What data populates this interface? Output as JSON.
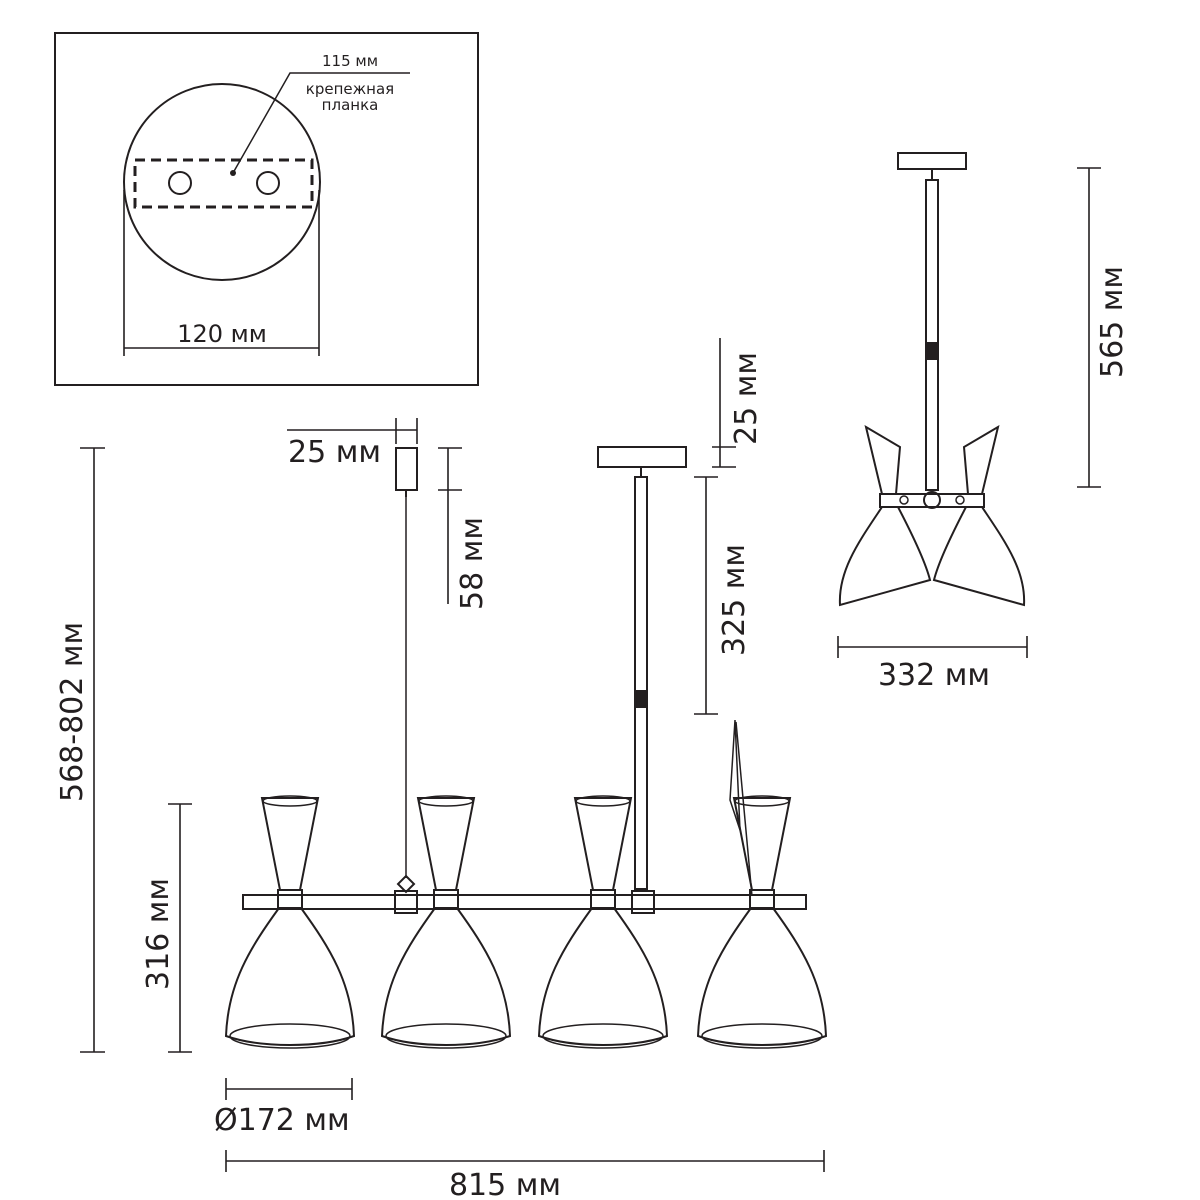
{
  "labels": {
    "plate_width": "115 мм",
    "plate_name_line1": "крепежная",
    "plate_name_line2": "планка",
    "canopy_diameter": "120 мм",
    "small_canopy_width": "25 мм",
    "small_canopy_height": "58 мм",
    "canopy_height": "25 мм",
    "rod_length": "325 мм",
    "total_height": "568-802 мм",
    "shade_height": "316 мм",
    "shade_diameter": "Ø172 мм",
    "total_length": "815 мм",
    "side_height": "565 мм",
    "side_width": "332 мм"
  },
  "colors": {
    "line": "#231f20",
    "background": "#ffffff"
  }
}
